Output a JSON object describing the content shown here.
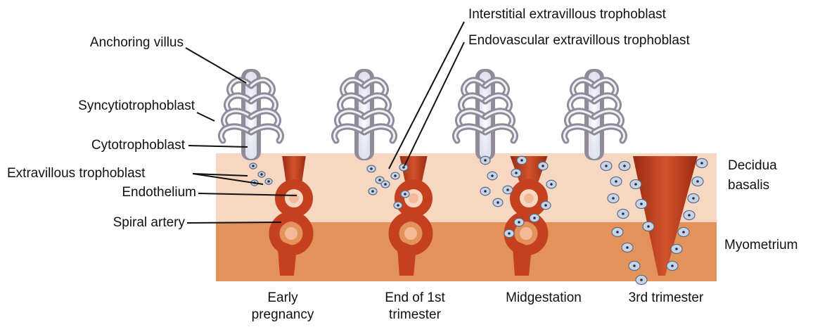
{
  "left_labels": [
    "Anchoring villus",
    "Syncytiotrophoblast",
    "Cytotrophoblast",
    "Extravillous trophoblast",
    "Endothelium",
    "Spiral artery"
  ],
  "top_labels": [
    "Interstitial extravillous trophoblast",
    "Endovascular extravillous trophoblast"
  ],
  "right_labels": [
    "Decidua\nbasalis",
    "Myometrium"
  ],
  "stages": [
    "Early pregnancy",
    "End of 1st trimester",
    "Midgestation",
    "3rd trimester"
  ],
  "colors": {
    "decidua": "#f6d7c2",
    "myometrium": "#e3935a",
    "artery": "#c5401f",
    "artery_dark": "#8e2410",
    "villus": "#8f8b99",
    "villus_core": "#ffffff",
    "trophoblast": "#c7d4e6",
    "trophoblast_outline": "#5a6a84"
  }
}
